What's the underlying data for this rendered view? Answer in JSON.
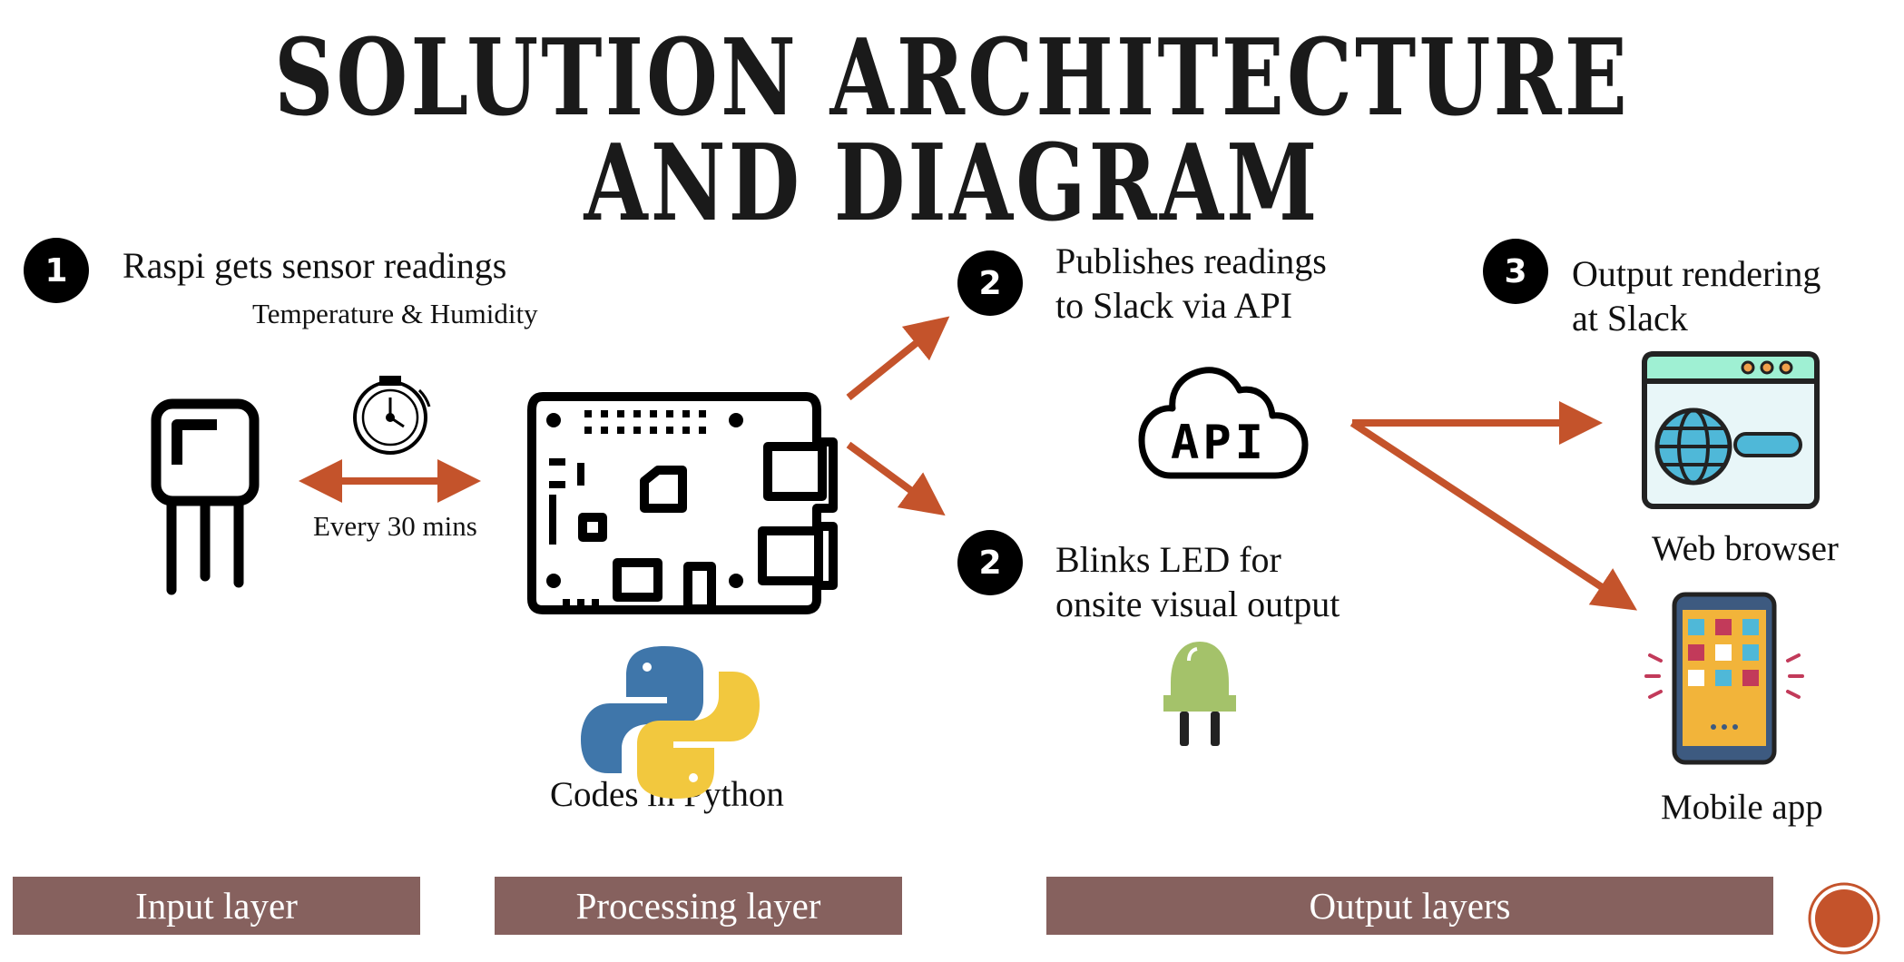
{
  "title": "SOLUTION ARCHITECTURE AND DIAGRAM",
  "steps": {
    "input": {
      "badge": "1",
      "text": "Raspi gets sensor readings",
      "subtext": "Temperature & Humidity"
    },
    "publish": {
      "badge": "2",
      "line1": "Publishes readings",
      "line2": "to Slack via API"
    },
    "blink": {
      "badge": "2",
      "line1": "Blinks LED for",
      "line2": "onsite visual output"
    },
    "output": {
      "badge": "3",
      "line1": "Output rendering",
      "line2": "at Slack"
    }
  },
  "labels": {
    "interval": "Every 30 mins",
    "python": "Codes in Python",
    "api": "API",
    "web_browser": "Web browser",
    "mobile_app": "Mobile app"
  },
  "layers": {
    "input": "Input layer",
    "processing": "Processing layer",
    "output": "Output layers"
  },
  "colors": {
    "arrow": "#c4532b",
    "layer_bar": "#86615e",
    "python_blue": "#3f76aa",
    "python_yellow": "#f2c83e",
    "led_green": "#a4c26a",
    "browser_teal": "#9ff0d3",
    "phone_orange": "#f2b43a",
    "corner_circle": "#c4532b"
  },
  "icons": [
    "sensor-icon",
    "timer-icon",
    "raspberry-pi-board-icon",
    "python-logo-icon",
    "api-cloud-icon",
    "led-icon",
    "web-browser-icon",
    "mobile-phone-icon"
  ]
}
